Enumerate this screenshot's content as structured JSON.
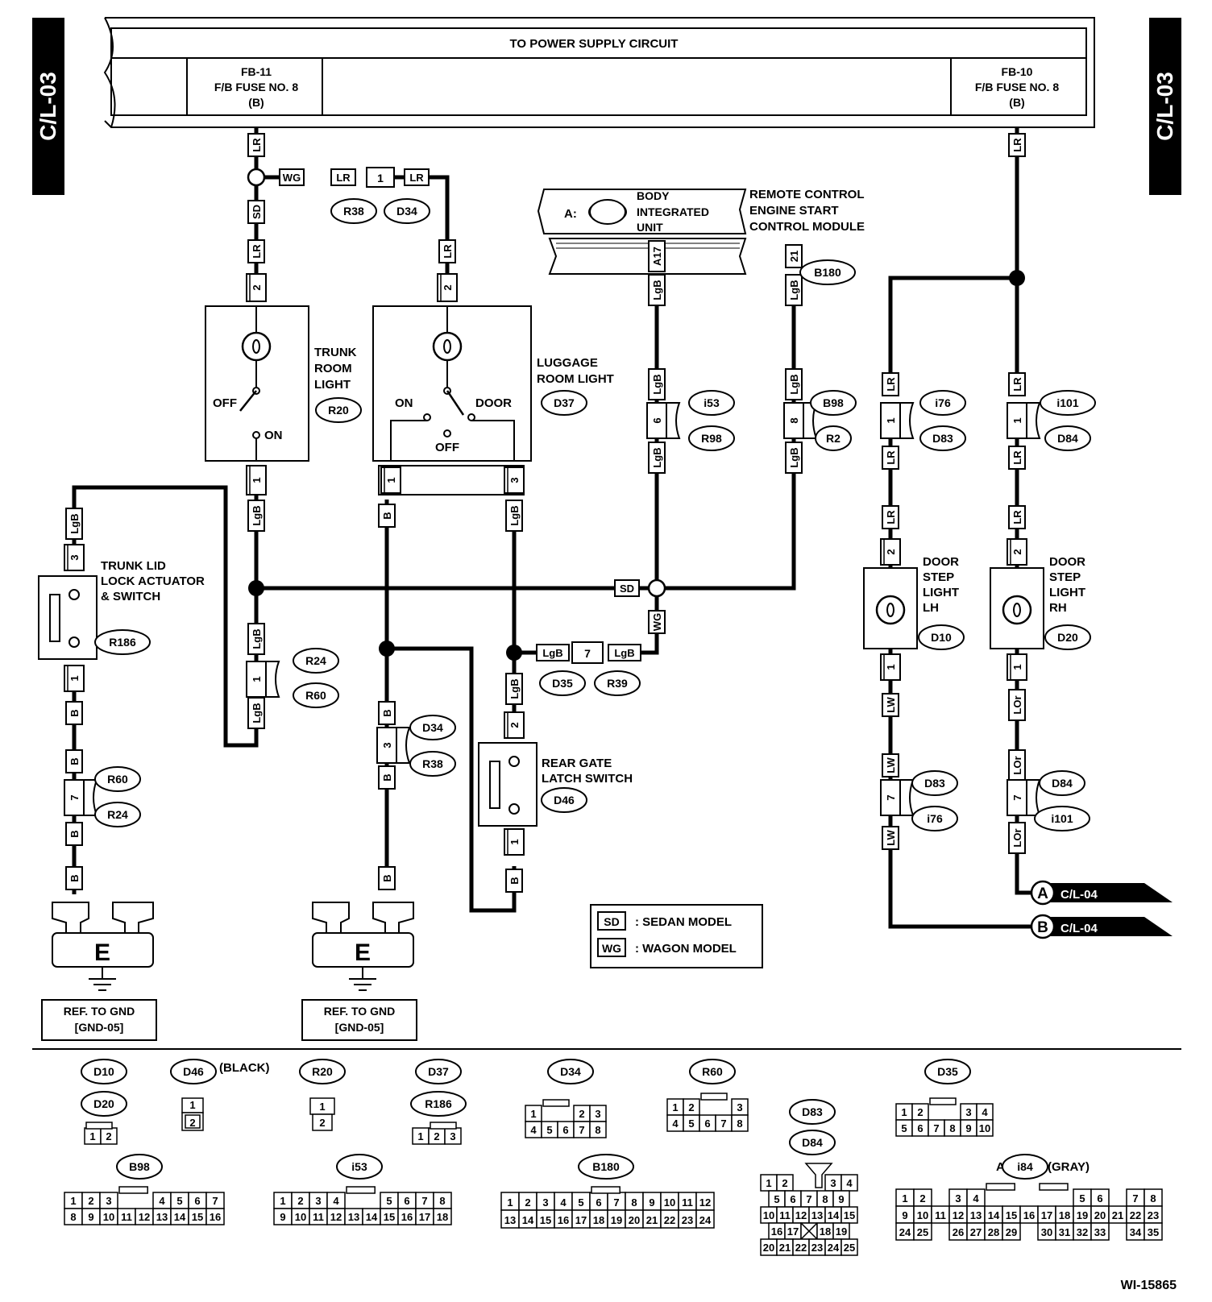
{
  "side_tab_left": "C/L-03",
  "side_tab_right": "C/L-03",
  "power_supply": {
    "title": "TO POWER SUPPLY CIRCUIT",
    "left_fuse": [
      "FB-11",
      "F/B FUSE NO. 8",
      "(B)"
    ],
    "right_fuse": [
      "FB-10",
      "F/B FUSE NO. 8",
      "(B)"
    ]
  },
  "bcm": {
    "prefix": "A:",
    "connector": "i84",
    "name": [
      "BODY",
      "INTEGRATED",
      "UNIT"
    ],
    "pin": "A17"
  },
  "remote_start": {
    "name": [
      "REMOTE CONTROL",
      "ENGINE START",
      "CONTROL MODULE"
    ],
    "pin": "21",
    "connector": "B180"
  },
  "components": {
    "trunk_room_light": {
      "name": [
        "TRUNK",
        "ROOM",
        "LIGHT"
      ],
      "connector": "R20",
      "states": [
        "OFF",
        "ON"
      ]
    },
    "luggage_room_light": {
      "name": [
        "LUGGAGE",
        "ROOM LIGHT"
      ],
      "connector": "D37",
      "states": [
        "ON",
        "DOOR",
        "OFF"
      ]
    },
    "trunk_lid_actuator": {
      "name": [
        "TRUNK LID",
        "LOCK ACTUATOR",
        "& SWITCH"
      ],
      "connector": "R186"
    },
    "rear_gate_latch": {
      "name": [
        "REAR GATE",
        "LATCH SWITCH"
      ],
      "connector": "D46"
    },
    "door_step_lh": {
      "name": [
        "DOOR",
        "STEP",
        "LIGHT",
        "LH"
      ],
      "connector": "D10"
    },
    "door_step_rh": {
      "name": [
        "DOOR",
        "STEP",
        "LIGHT",
        "RH"
      ],
      "connector": "D20"
    }
  },
  "wire_colors": [
    "LR",
    "SD",
    "WG",
    "LgB",
    "B",
    "LW",
    "LOr"
  ],
  "inline_connectors": [
    "R38",
    "D34",
    "i53",
    "R98",
    "B98",
    "R2",
    "i76",
    "D83",
    "i101",
    "D84",
    "R24",
    "R60",
    "D35",
    "R39"
  ],
  "ground": {
    "letter": "E",
    "ref": [
      "REF. TO GND",
      "[GND-05]"
    ]
  },
  "legend": {
    "SD": ": SEDAN MODEL",
    "WG": ": WAGON MODEL"
  },
  "offpage": [
    {
      "letter": "A",
      "ref": "C/L-04"
    },
    {
      "letter": "B",
      "ref": "C/L-04"
    }
  ],
  "connector_views": [
    {
      "ids": [
        "D10",
        "D20"
      ],
      "note": ""
    },
    {
      "ids": [
        "D46"
      ],
      "note": "(BLACK)"
    },
    {
      "ids": [
        "R20"
      ],
      "note": ""
    },
    {
      "ids": [
        "D37",
        "R186"
      ],
      "note": ""
    },
    {
      "ids": [
        "D34"
      ],
      "note": ""
    },
    {
      "ids": [
        "R60"
      ],
      "note": ""
    },
    {
      "ids": [
        "D83",
        "D84"
      ],
      "note": ""
    },
    {
      "ids": [
        "D35"
      ],
      "note": ""
    },
    {
      "ids": [
        "B98"
      ],
      "note": ""
    },
    {
      "ids": [
        "i53"
      ],
      "note": ""
    },
    {
      "ids": [
        "B180"
      ],
      "note": ""
    },
    {
      "ids": [
        "A:",
        "i84"
      ],
      "note": "(GRAY)"
    }
  ],
  "figure_id": "WI-15865"
}
